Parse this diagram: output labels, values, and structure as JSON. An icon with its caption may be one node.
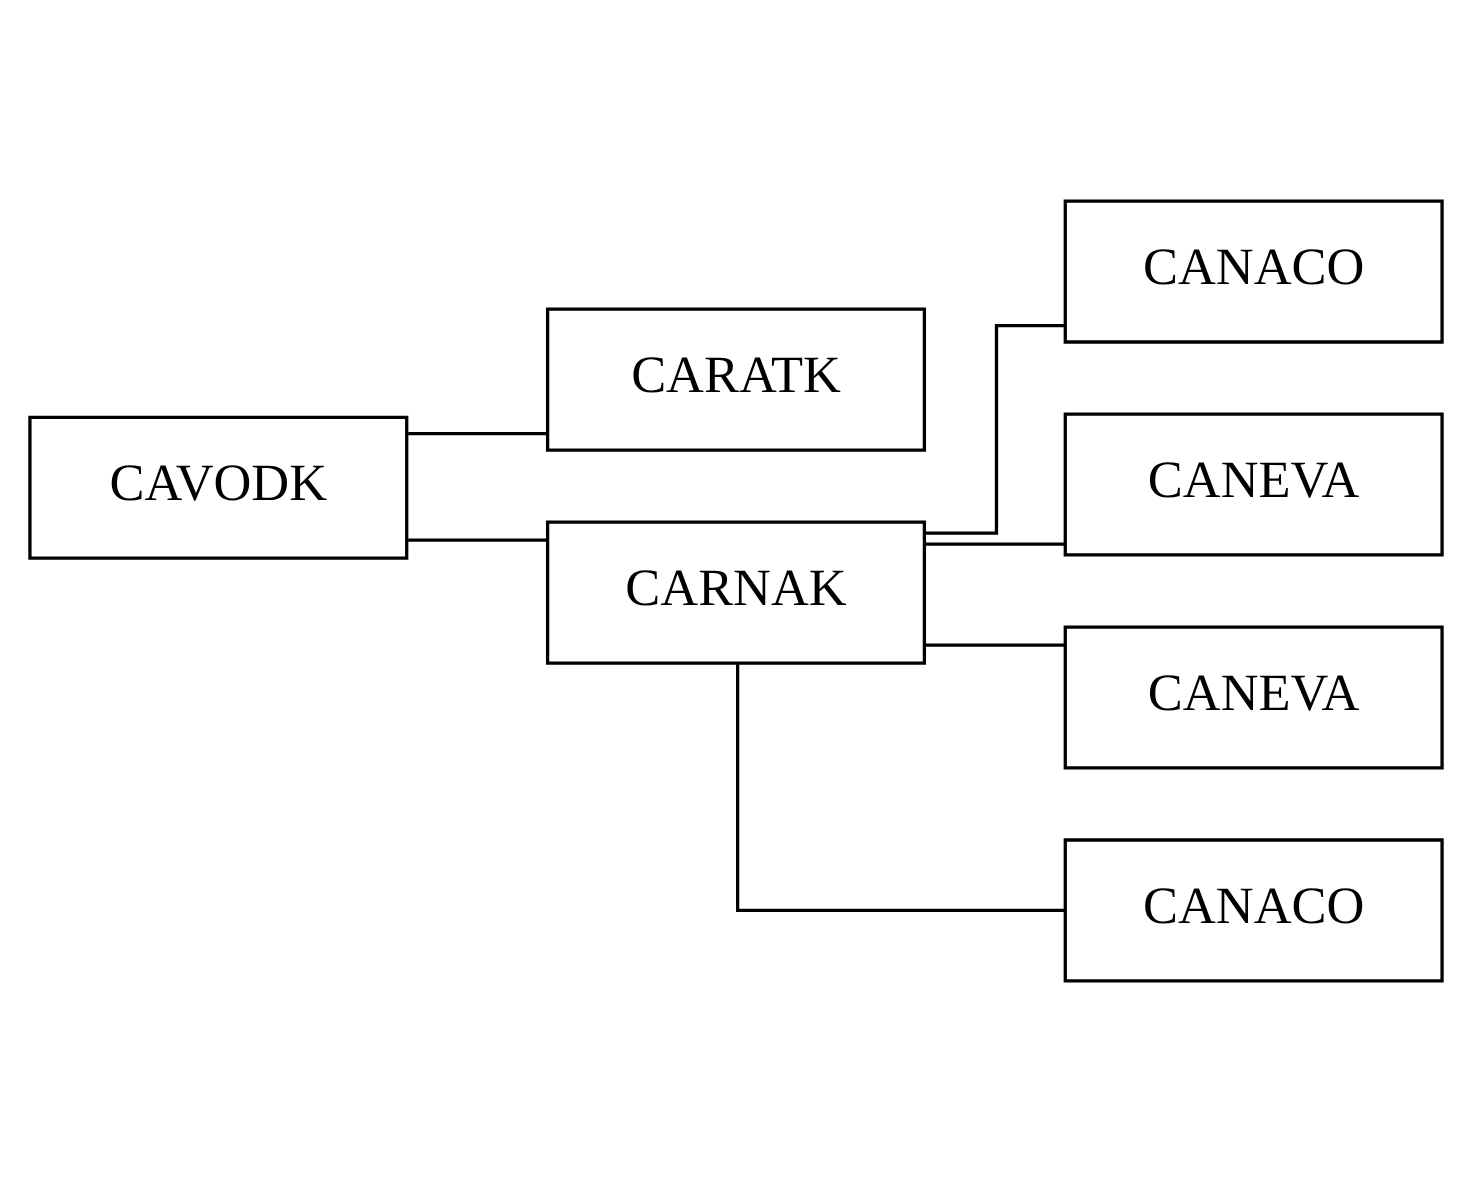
{
  "diagram": {
    "nodes": [
      {
        "text": [
          "CAVODK"
        ]
      },
      {
        "text": [
          "CARATK"
        ]
      },
      {
        "text": [
          "CARNAK"
        ]
      },
      {
        "text": [
          "CANACO"
        ]
      },
      {
        "text": [
          "CANEVA"
        ]
      },
      {
        "text": [
          "CANEVA"
        ]
      },
      {
        "text": [
          "CANACO"
        ]
      }
    ],
    "edges": [
      {
        "from": 0,
        "to": 1,
        "arrow": "none"
      },
      {
        "from": 0,
        "to": 2,
        "arrow": "none"
      },
      {
        "from": 2,
        "to": 3,
        "arrow": "none"
      },
      {
        "from": 2,
        "to": 4,
        "arrow": "none"
      },
      {
        "from": 2,
        "to": 5,
        "arrow": "none"
      },
      {
        "from": 2,
        "to": 6,
        "arrow": "none"
      }
    ]
  }
}
